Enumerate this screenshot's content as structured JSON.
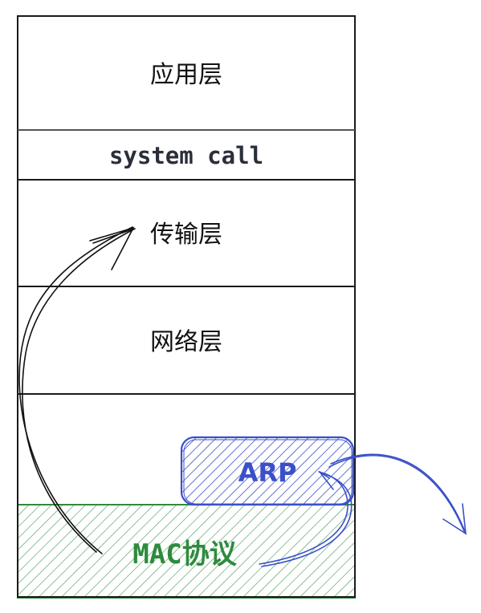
{
  "layers": {
    "application": "应用层",
    "system_call": "system call",
    "transport": "传输层",
    "network": "网络层"
  },
  "arp": {
    "label": "ARP",
    "color": "#3b50c8"
  },
  "mac": {
    "label": "MAC协议",
    "color": "#2e8b3e"
  },
  "colors": {
    "stroke": "#1a1a1a",
    "text": "#111111"
  }
}
